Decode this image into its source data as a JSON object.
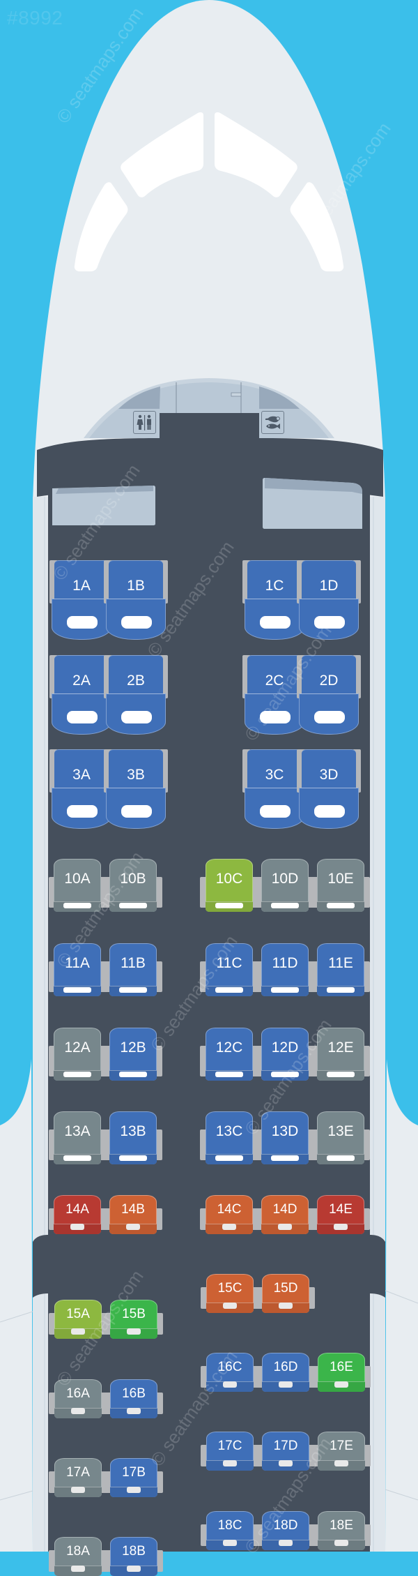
{
  "map_id": "#8992",
  "watermark": "© seatmaps.com",
  "colors": {
    "sky": "#3bbfea",
    "fuselage": "#e8edf1",
    "cabin_floor": "#454f5c",
    "galley_panel": "#b9c8d6",
    "seat_standard": "#3f6fb8",
    "seat_unavailable": "#77878c",
    "seat_preferred": "#8db840",
    "seat_extra_legroom": "#3bb54a",
    "seat_exit_limited": "#cd6133",
    "seat_exit_bad": "#b83a32"
  },
  "facilities": {
    "lavatory_icon": "lavatory-icon",
    "galley_icon": "galley-icon"
  },
  "business_rows": [
    {
      "row": "1",
      "seats": [
        {
          "id": "1A",
          "type": "standard"
        },
        {
          "id": "1B",
          "type": "standard"
        },
        {
          "id": "1C",
          "type": "standard"
        },
        {
          "id": "1D",
          "type": "standard"
        }
      ]
    },
    {
      "row": "2",
      "seats": [
        {
          "id": "2A",
          "type": "standard"
        },
        {
          "id": "2B",
          "type": "standard"
        },
        {
          "id": "2C",
          "type": "standard"
        },
        {
          "id": "2D",
          "type": "standard"
        }
      ]
    },
    {
      "row": "3",
      "seats": [
        {
          "id": "3A",
          "type": "standard"
        },
        {
          "id": "3B",
          "type": "standard"
        },
        {
          "id": "3C",
          "type": "standard"
        },
        {
          "id": "3D",
          "type": "standard"
        }
      ]
    }
  ],
  "economy_rows": [
    {
      "row": "10",
      "seats": [
        {
          "id": "10A",
          "type": "unavailable"
        },
        {
          "id": "10B",
          "type": "unavailable"
        },
        {
          "id": "10C",
          "type": "preferred"
        },
        {
          "id": "10D",
          "type": "unavailable"
        },
        {
          "id": "10E",
          "type": "unavailable"
        }
      ]
    },
    {
      "row": "11",
      "seats": [
        {
          "id": "11A",
          "type": "standard"
        },
        {
          "id": "11B",
          "type": "standard"
        },
        {
          "id": "11C",
          "type": "standard"
        },
        {
          "id": "11D",
          "type": "standard"
        },
        {
          "id": "11E",
          "type": "standard"
        }
      ]
    },
    {
      "row": "12",
      "seats": [
        {
          "id": "12A",
          "type": "unavailable"
        },
        {
          "id": "12B",
          "type": "standard"
        },
        {
          "id": "12C",
          "type": "standard"
        },
        {
          "id": "12D",
          "type": "standard"
        },
        {
          "id": "12E",
          "type": "unavailable"
        }
      ]
    },
    {
      "row": "13",
      "seats": [
        {
          "id": "13A",
          "type": "unavailable"
        },
        {
          "id": "13B",
          "type": "standard"
        },
        {
          "id": "13C",
          "type": "standard"
        },
        {
          "id": "13D",
          "type": "standard"
        },
        {
          "id": "13E",
          "type": "unavailable"
        }
      ]
    },
    {
      "row": "14",
      "seats": [
        {
          "id": "14A",
          "type": "exit_bad"
        },
        {
          "id": "14B",
          "type": "exit_limited"
        },
        {
          "id": "14C",
          "type": "exit_limited"
        },
        {
          "id": "14D",
          "type": "exit_limited"
        },
        {
          "id": "14E",
          "type": "exit_bad"
        }
      ]
    },
    {
      "row": "15",
      "seats": [
        {
          "id": "15A",
          "type": "preferred"
        },
        {
          "id": "15B",
          "type": "extra_legroom"
        },
        {
          "id": "15C",
          "type": "exit_limited"
        },
        {
          "id": "15D",
          "type": "exit_limited"
        }
      ]
    },
    {
      "row": "16",
      "seats": [
        {
          "id": "16A",
          "type": "unavailable"
        },
        {
          "id": "16B",
          "type": "standard"
        },
        {
          "id": "16C",
          "type": "standard"
        },
        {
          "id": "16D",
          "type": "standard"
        },
        {
          "id": "16E",
          "type": "extra_legroom"
        }
      ]
    },
    {
      "row": "17",
      "seats": [
        {
          "id": "17A",
          "type": "unavailable"
        },
        {
          "id": "17B",
          "type": "standard"
        },
        {
          "id": "17C",
          "type": "standard"
        },
        {
          "id": "17D",
          "type": "standard"
        },
        {
          "id": "17E",
          "type": "unavailable"
        }
      ]
    },
    {
      "row": "18",
      "seats": [
        {
          "id": "18A",
          "type": "unavailable"
        },
        {
          "id": "18B",
          "type": "standard"
        },
        {
          "id": "18C",
          "type": "standard"
        },
        {
          "id": "18D",
          "type": "standard"
        },
        {
          "id": "18E",
          "type": "unavailable"
        }
      ]
    }
  ]
}
